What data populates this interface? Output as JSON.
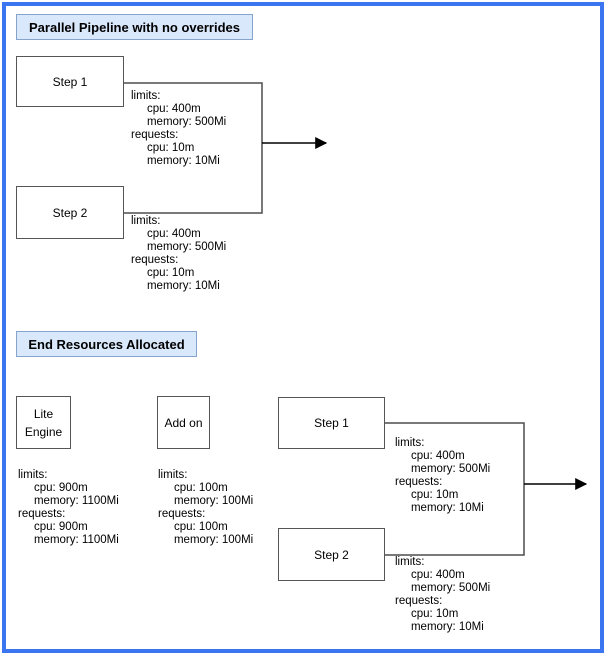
{
  "colors": {
    "page_border": "#3b76f0",
    "title_fill": "#dae8fc",
    "title_stroke": "#85a3cc",
    "node_stroke": "#565656",
    "connector": "#4d4d4d",
    "arrow": "#000000"
  },
  "sections": {
    "top": {
      "title": "Parallel Pipeline with no overrides",
      "step1": {
        "label": "Step 1",
        "resources": "limits:\n     cpu: 400m\n     memory: 500Mi\nrequests:\n     cpu: 10m\n     memory: 10Mi"
      },
      "step2": {
        "label": "Step 2",
        "resources": "limits:\n     cpu: 400m\n     memory: 500Mi\nrequests:\n     cpu: 10m\n     memory: 10Mi"
      }
    },
    "bottom": {
      "title": "End Resources Allocated",
      "lite_engine": {
        "label": "Lite\nEngine",
        "resources": "limits:\n     cpu: 900m\n     memory: 1100Mi\nrequests:\n     cpu: 900m\n     memory: 1100Mi"
      },
      "addon": {
        "label": "Add on",
        "resources": "limits:\n     cpu: 100m\n     memory: 100Mi\nrequests:\n     cpu: 100m\n     memory: 100Mi"
      },
      "step1": {
        "label": "Step 1",
        "resources": "limits:\n     cpu: 400m\n     memory: 500Mi\nrequests:\n     cpu: 10m\n     memory: 10Mi"
      },
      "step2": {
        "label": "Step 2",
        "resources": "limits:\n     cpu: 400m\n     memory: 500Mi\nrequests:\n     cpu: 10m\n     memory: 10Mi"
      }
    }
  }
}
